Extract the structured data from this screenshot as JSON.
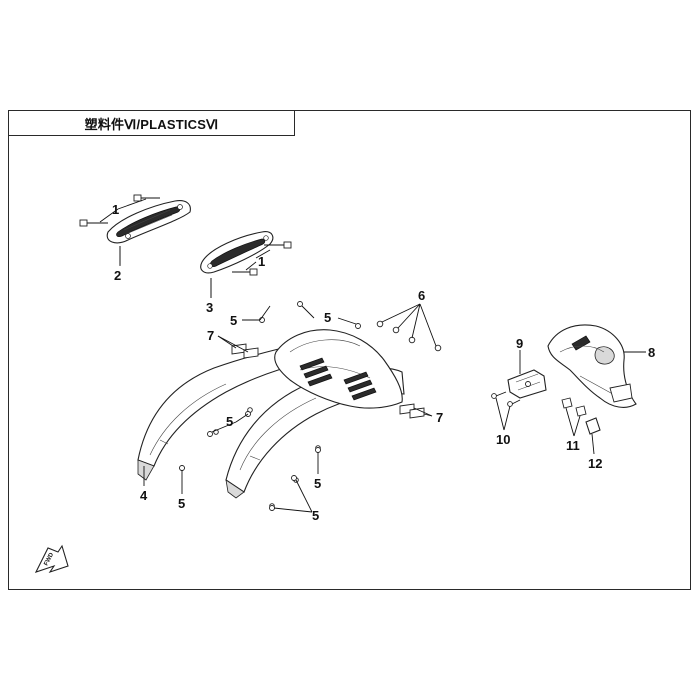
{
  "title": "塑料件Ⅵ/PLASTICSⅥ",
  "fwd_text": "FWD",
  "callouts": {
    "c1a": "1",
    "c1b": "1",
    "c2": "2",
    "c3": "3",
    "c4": "4",
    "c5a": "5",
    "c5b": "5",
    "c5c": "5",
    "c5d": "5",
    "c5e": "5",
    "c5f": "5",
    "c6": "6",
    "c7a": "7",
    "c7b": "7",
    "c8": "8",
    "c9": "9",
    "c10": "10",
    "c11": "11",
    "c12": "12"
  }
}
